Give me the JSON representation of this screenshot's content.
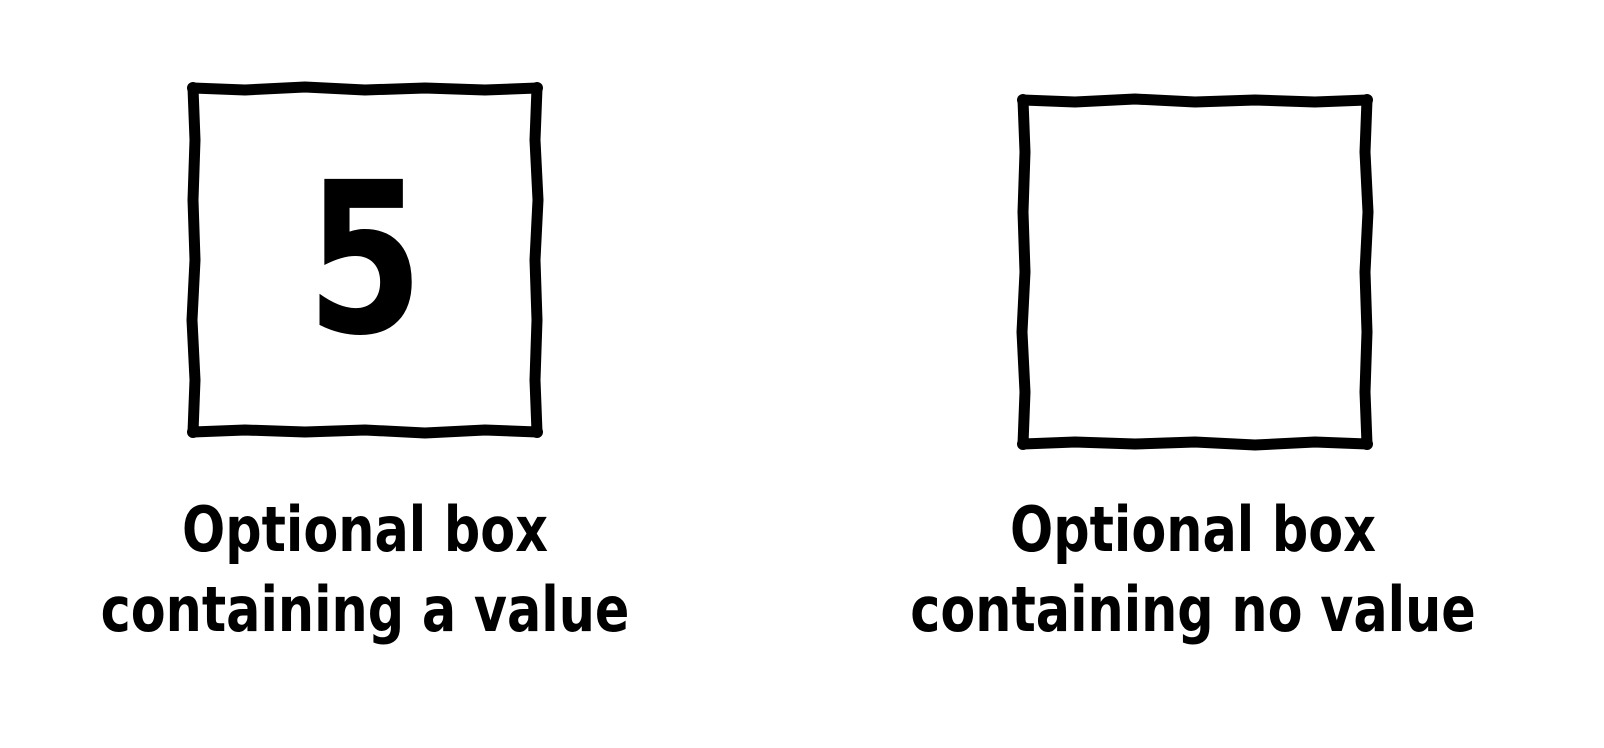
{
  "diagram": {
    "boxes": [
      {
        "value": "5",
        "caption_line1": "Optional box",
        "caption_line2": "containing a value"
      },
      {
        "value": "",
        "caption_line1": "Optional box",
        "caption_line2": "containing no value"
      }
    ],
    "colors": {
      "stroke": "#000000",
      "background": "#ffffff"
    }
  }
}
